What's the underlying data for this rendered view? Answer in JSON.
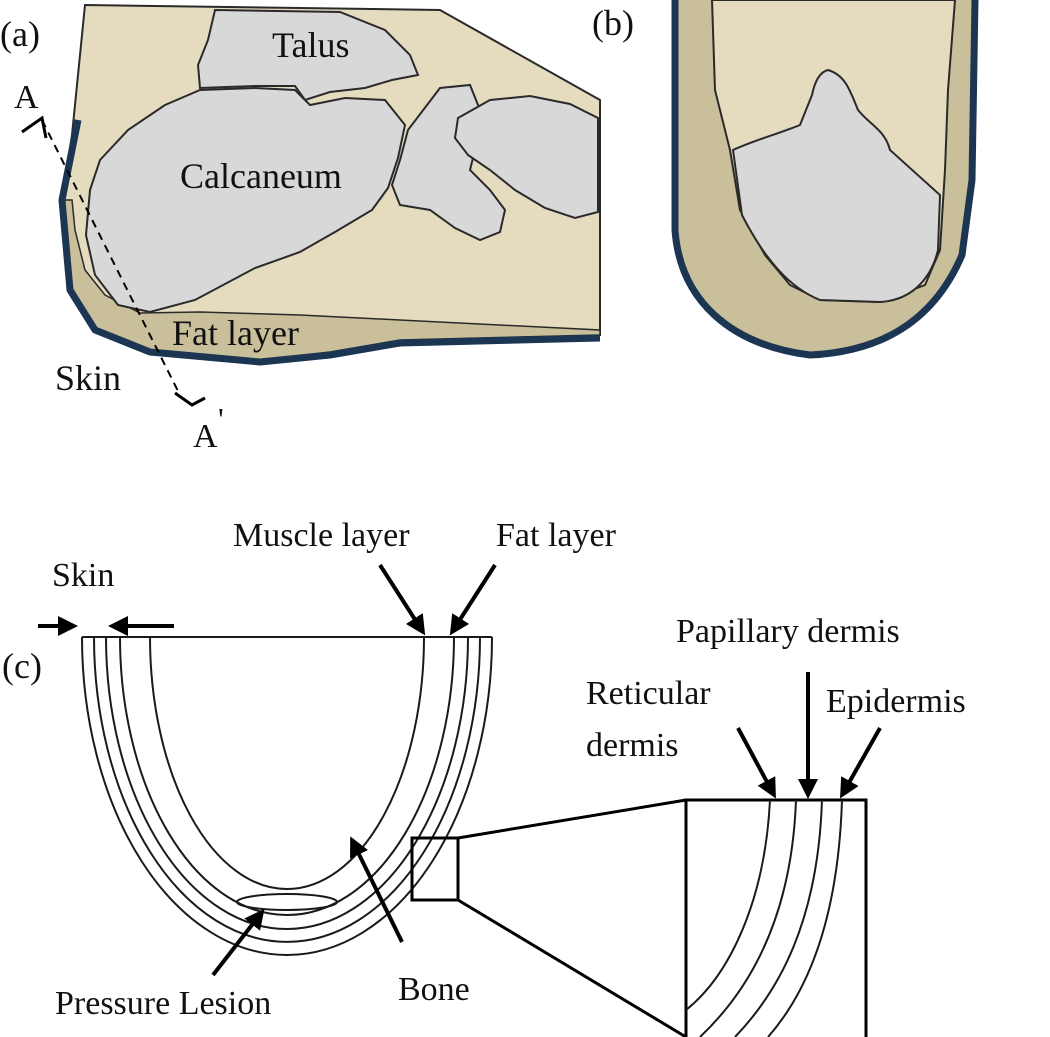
{
  "panel_a": {
    "tag": "(a)",
    "labels": {
      "talus": "Talus",
      "calcaneum": "Calcaneum",
      "fat_layer": "Fat layer",
      "skin": "Skin",
      "section_start": "A",
      "section_end": "A",
      "section_end_prime": "'"
    }
  },
  "panel_b": {
    "tag": "(b)"
  },
  "panel_c": {
    "tag": "(c)",
    "labels": {
      "skin": "Skin",
      "muscle_layer": "Muscle layer",
      "fat_layer": "Fat layer",
      "pressure_lesion": "Pressure Lesion",
      "bone": "Bone",
      "papillary_dermis": "Papillary dermis",
      "reticular_dermis_line1": "Reticular",
      "reticular_dermis_line2": "dermis",
      "epidermis": "Epidermis"
    }
  },
  "colors": {
    "soft_tissue": "#e5dcc0",
    "fat": "#c9bf9a",
    "bone": "#d8d8d8",
    "skin": "#1b3553",
    "outline": "#2a2a2a"
  }
}
